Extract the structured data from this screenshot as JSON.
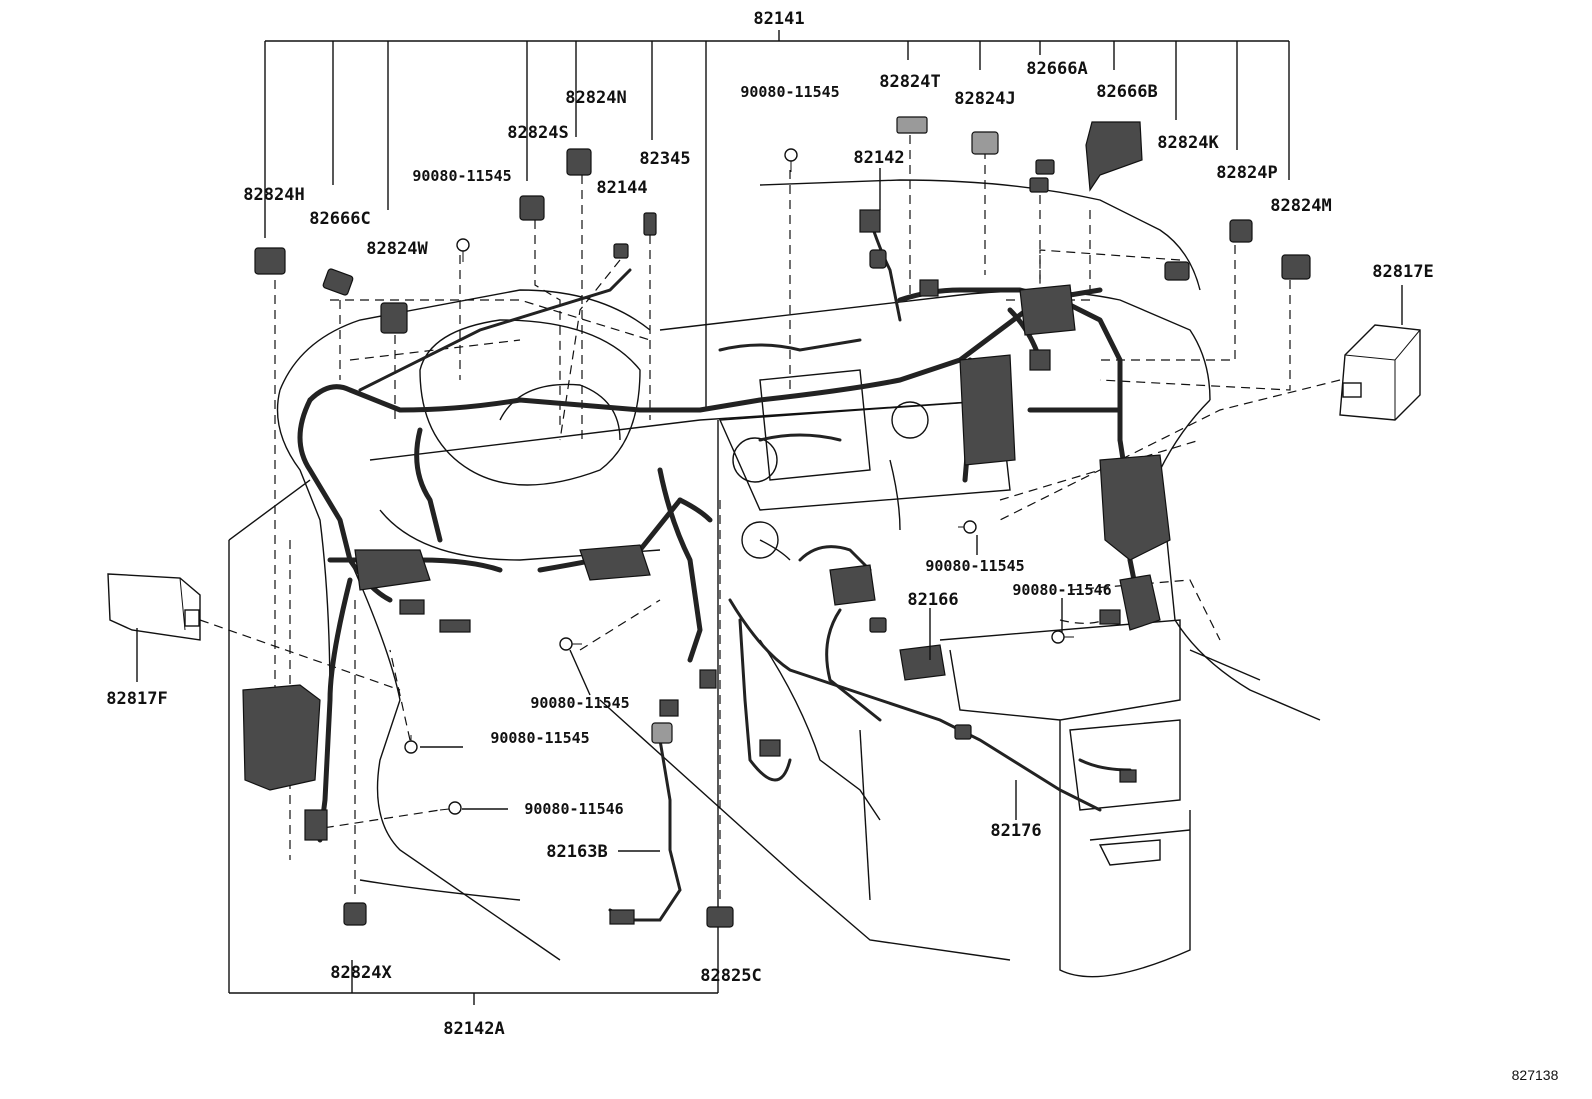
{
  "labels": {
    "l82141": "82141",
    "l82824N": "82824N",
    "l82824S": "82824S",
    "l82345": "82345",
    "l90080_11545_top": "90080-11545",
    "l82824T": "82824T",
    "l82666A": "82666A",
    "l82824J": "82824J",
    "l82666B": "82666B",
    "l82142": "82142",
    "l82824K": "82824K",
    "l82824H": "82824H",
    "l90080_11545_left": "90080-11545",
    "l82144": "82144",
    "l82824P": "82824P",
    "l82666C": "82666C",
    "l82824M": "82824M",
    "l82824W": "82824W",
    "l82817E": "82817E",
    "l90080_11545_mid_right": "90080-11545",
    "l82166": "82166",
    "l90080_11546_right": "90080-11546",
    "l82817F": "82817F",
    "l90080_11545_center": "90080-11545",
    "l90080_11545_lower_left": "90080-11545",
    "l90080_11546_lower_left": "90080-11546",
    "l82176": "82176",
    "l82163B": "82163B",
    "l82824X": "82824X",
    "l82825C": "82825C",
    "l82142A": "82142A",
    "ref_number": "827138"
  }
}
